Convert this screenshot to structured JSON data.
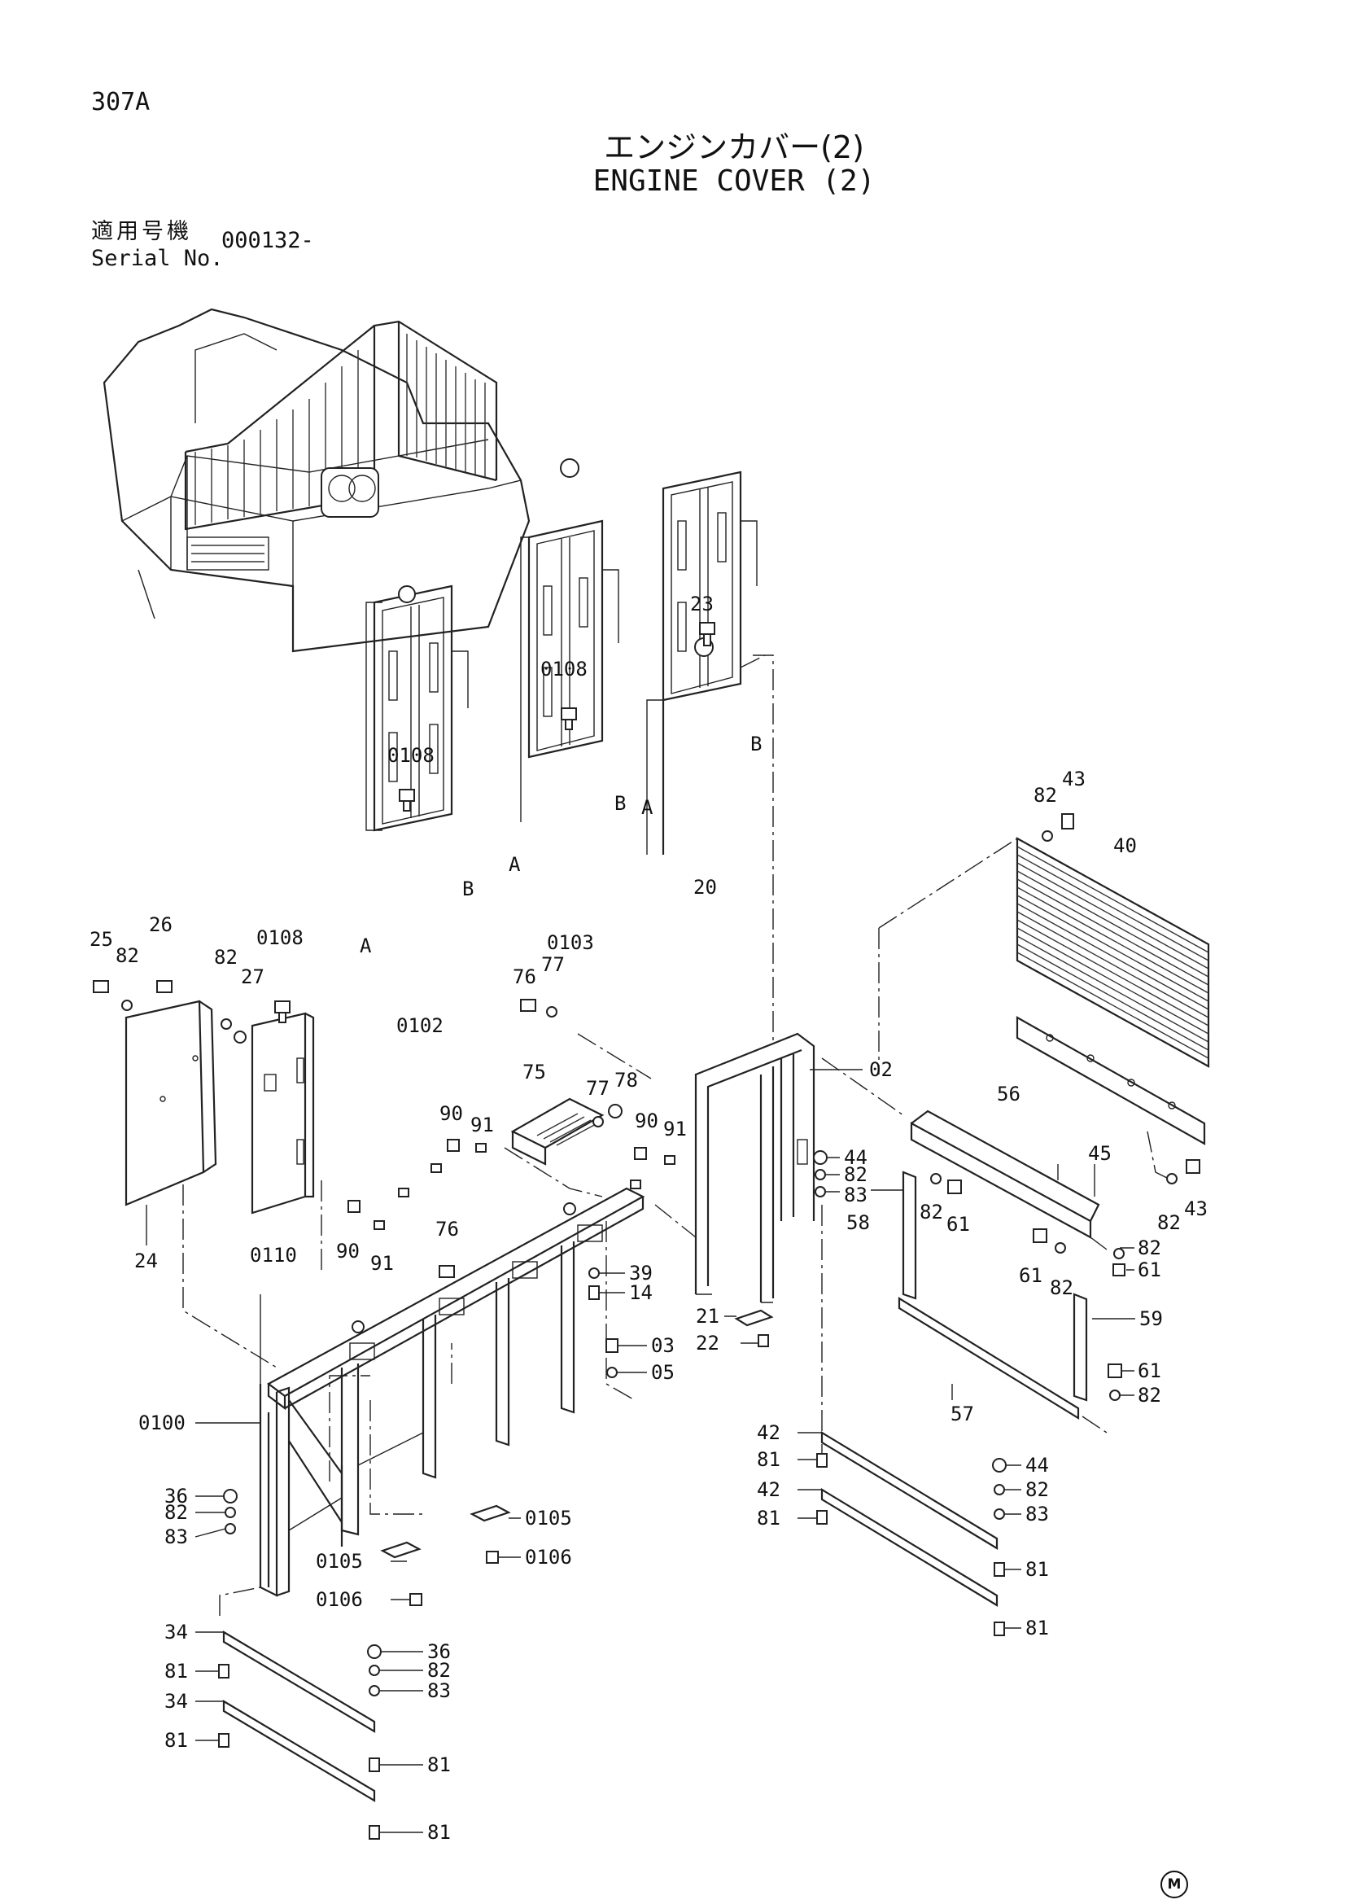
{
  "header": {
    "page_code": "307A",
    "title_jp": "エンジンカバー(2)",
    "title_en": "ENGINE COVER (2)",
    "serial_label_jp": "適用号機",
    "serial_label_en": "Serial No.",
    "serial_value": "000132-"
  },
  "callouts": [
    {
      "id": "c-23",
      "text": "23"
    },
    {
      "id": "c-0108-a",
      "text": "0108"
    },
    {
      "id": "c-0108-b",
      "text": "0108"
    },
    {
      "id": "c-0108-c",
      "text": "0108"
    },
    {
      "id": "c-a-1",
      "text": "A"
    },
    {
      "id": "c-b-1",
      "text": "B"
    },
    {
      "id": "c-a-2",
      "text": "A"
    },
    {
      "id": "c-b-2",
      "text": "B"
    },
    {
      "id": "c-a-3",
      "text": "A"
    },
    {
      "id": "c-b-3",
      "text": "B"
    },
    {
      "id": "c-20",
      "text": "20"
    },
    {
      "id": "c-0103",
      "text": "0103"
    },
    {
      "id": "c-0102",
      "text": "0102"
    },
    {
      "id": "c-82-top",
      "text": "82"
    },
    {
      "id": "c-43-top",
      "text": "43"
    },
    {
      "id": "c-40",
      "text": "40"
    },
    {
      "id": "c-25",
      "text": "25"
    },
    {
      "id": "c-82-l1",
      "text": "82"
    },
    {
      "id": "c-26",
      "text": "26"
    },
    {
      "id": "c-82-l2",
      "text": "82"
    },
    {
      "id": "c-27",
      "text": "27"
    },
    {
      "id": "c-76-a",
      "text": "76"
    },
    {
      "id": "c-77-a",
      "text": "77"
    },
    {
      "id": "c-75",
      "text": "75"
    },
    {
      "id": "c-77-b",
      "text": "77"
    },
    {
      "id": "c-78",
      "text": "78"
    },
    {
      "id": "c-02",
      "text": "02"
    },
    {
      "id": "c-90-a",
      "text": "90"
    },
    {
      "id": "c-91-a",
      "text": "91"
    },
    {
      "id": "c-90-b",
      "text": "90"
    },
    {
      "id": "c-91-b",
      "text": "91"
    },
    {
      "id": "c-56",
      "text": "56"
    },
    {
      "id": "c-45",
      "text": "45"
    },
    {
      "id": "c-24",
      "text": "24"
    },
    {
      "id": "c-0110",
      "text": "0110"
    },
    {
      "id": "c-90-c",
      "text": "90"
    },
    {
      "id": "c-91-c",
      "text": "91"
    },
    {
      "id": "c-76-b",
      "text": "76"
    },
    {
      "id": "c-44-a",
      "text": "44"
    },
    {
      "id": "c-82-m1",
      "text": "82"
    },
    {
      "id": "c-83-m1",
      "text": "83"
    },
    {
      "id": "c-58",
      "text": "58"
    },
    {
      "id": "c-82-m2",
      "text": "82"
    },
    {
      "id": "c-61-a",
      "text": "61"
    },
    {
      "id": "c-82-r1",
      "text": "82"
    },
    {
      "id": "c-43-r",
      "text": "43"
    },
    {
      "id": "c-82-r2",
      "text": "82"
    },
    {
      "id": "c-61-b",
      "text": "61"
    },
    {
      "id": "c-61-c",
      "text": "61"
    },
    {
      "id": "c-82-r3",
      "text": "82"
    },
    {
      "id": "c-59",
      "text": "59"
    },
    {
      "id": "c-61-d",
      "text": "61"
    },
    {
      "id": "c-82-r4",
      "text": "82"
    },
    {
      "id": "c-39",
      "text": "39"
    },
    {
      "id": "c-14",
      "text": "14"
    },
    {
      "id": "c-21",
      "text": "21"
    },
    {
      "id": "c-22",
      "text": "22"
    },
    {
      "id": "c-03",
      "text": "03"
    },
    {
      "id": "c-05",
      "text": "05"
    },
    {
      "id": "c-57",
      "text": "57"
    },
    {
      "id": "c-0100",
      "text": "0100"
    },
    {
      "id": "c-42-a",
      "text": "42"
    },
    {
      "id": "c-81-a",
      "text": "81"
    },
    {
      "id": "c-42-b",
      "text": "42"
    },
    {
      "id": "c-81-b",
      "text": "81"
    },
    {
      "id": "c-44-b",
      "text": "44"
    },
    {
      "id": "c-82-r5",
      "text": "82"
    },
    {
      "id": "c-83-r",
      "text": "83"
    },
    {
      "id": "c-81-c",
      "text": "81"
    },
    {
      "id": "c-81-d",
      "text": "81"
    },
    {
      "id": "c-36-a",
      "text": "36"
    },
    {
      "id": "c-82-b1",
      "text": "82"
    },
    {
      "id": "c-83-b1",
      "text": "83"
    },
    {
      "id": "c-0105-a",
      "text": "0105"
    },
    {
      "id": "c-0106-a",
      "text": "0106"
    },
    {
      "id": "c-0105-b",
      "text": "0105"
    },
    {
      "id": "c-0106-b",
      "text": "0106"
    },
    {
      "id": "c-34-a",
      "text": "34"
    },
    {
      "id": "c-36-b",
      "text": "36"
    },
    {
      "id": "c-81-e",
      "text": "81"
    },
    {
      "id": "c-82-b2",
      "text": "82"
    },
    {
      "id": "c-34-b",
      "text": "34"
    },
    {
      "id": "c-83-b2",
      "text": "83"
    },
    {
      "id": "c-81-f",
      "text": "81"
    },
    {
      "id": "c-81-g",
      "text": "81"
    },
    {
      "id": "c-81-h",
      "text": "81"
    }
  ],
  "footer": {
    "mark": "M"
  }
}
